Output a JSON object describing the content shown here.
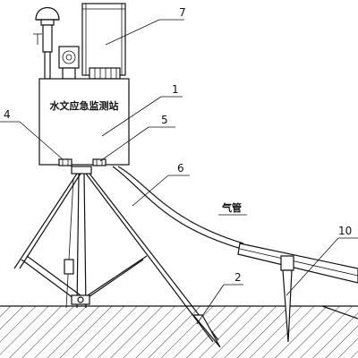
{
  "station_label": "水文应急监测站",
  "air_pipe_label": "气管",
  "callouts": {
    "c1": "1",
    "c2": "2",
    "c4": "4",
    "c5": "5",
    "c6": "6",
    "c7": "7",
    "c10": "10"
  }
}
